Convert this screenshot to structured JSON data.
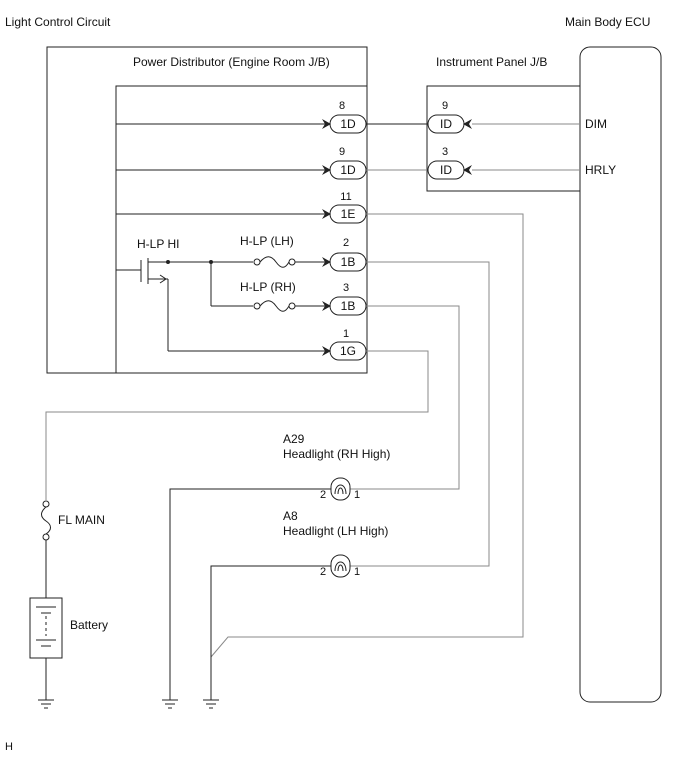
{
  "labels": {
    "light_control_circuit": "Light Control Circuit",
    "main_body_ecu": "Main Body ECU",
    "power_distributor": "Power Distributor (Engine Room J/B)",
    "instrument_panel": "Instrument Panel J/B",
    "hlp_hi": "H-LP HI",
    "hlp_lh": "H-LP (LH)",
    "hlp_rh": "H-LP (RH)",
    "dim": "DIM",
    "hrly": "HRLY",
    "fl_main": "FL MAIN",
    "battery": "Battery",
    "a29_code": "A29",
    "a29_name": "Headlight (RH High)",
    "a8_code": "A8",
    "a8_name": "Headlight (LH High)",
    "footer": "H"
  },
  "connectors": [
    {
      "pin": "8",
      "code": "1D"
    },
    {
      "pin": "9",
      "code": "1D"
    },
    {
      "pin": "11",
      "code": "1E"
    },
    {
      "pin": "2",
      "code": "1B"
    },
    {
      "pin": "3",
      "code": "1B"
    },
    {
      "pin": "1",
      "code": "1G"
    },
    {
      "pin": "9",
      "code": "ID"
    },
    {
      "pin": "3",
      "code": "ID"
    }
  ],
  "bulbs": [
    {
      "pin_left": "2",
      "pin_right": "1"
    },
    {
      "pin_left": "2",
      "pin_right": "1"
    }
  ]
}
